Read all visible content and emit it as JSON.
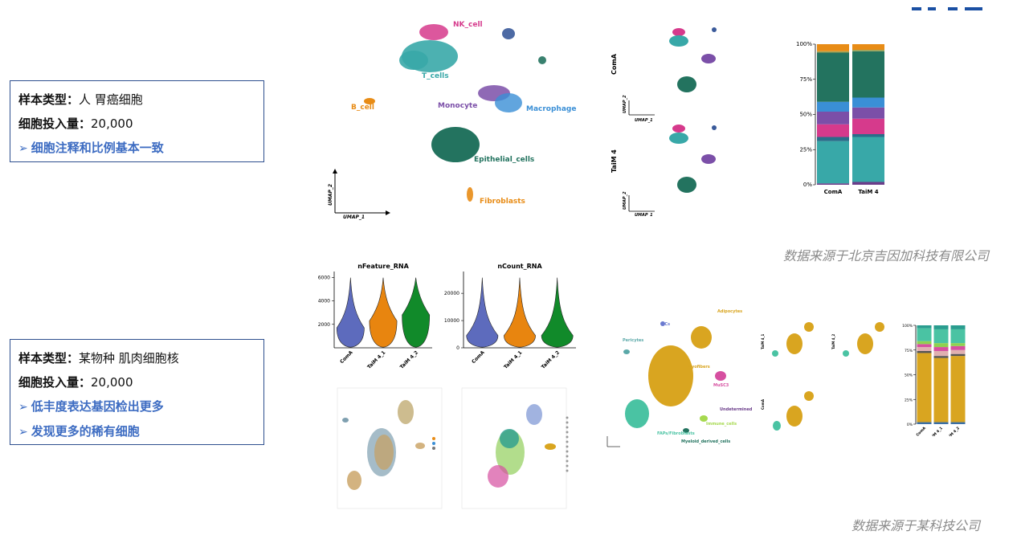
{
  "panel1": {
    "sample_label": "样本类型：",
    "sample_value": "人 胃癌细胞",
    "input_label": "细胞投入量：",
    "input_value": "20,000",
    "bullets": [
      "细胞注释和比例基本一致"
    ],
    "umap_labels": [
      "NK_cell",
      "T_cells",
      "B_cell",
      "Monocyte",
      "Macrophage",
      "Epithelial_cells",
      "Fibroblasts"
    ],
    "axis_x": "UMAP_1",
    "axis_y": "UMAP_2",
    "split_labels": [
      "ComA",
      "TaiM 4"
    ],
    "source": "数据来源于北京吉因加科技有限公司"
  },
  "panel2": {
    "sample_label": "样本类型：",
    "sample_value": "某物种 肌肉细胞核",
    "input_label": "细胞投入量：",
    "input_value": "20,000",
    "bullets": [
      "低丰度表达基因检出更多",
      "发现更多的稀有细胞"
    ],
    "umap_labels": [
      "Adipocytes",
      "ECs",
      "Pericytes",
      "Myofibers",
      "MuSC3",
      "Undetermined",
      "Immune_cells",
      "FAPs/Fibroblasts",
      "Myeloid_derived_cells"
    ],
    "split_labels": [
      "TaiM 4_1",
      "TaiM 4_2",
      "ComA"
    ],
    "source": "数据来源于某科技公司"
  },
  "colors": {
    "accent": "#3d6cc2",
    "border": "#2e4f8f",
    "violin_blue": "#5d6bbd",
    "violin_orange": "#e8850f",
    "violin_green": "#118a2a"
  },
  "chart_data": [
    {
      "type": "bar",
      "stacked": true,
      "categories": [
        "ComA",
        "TaiM 4"
      ],
      "ylim": [
        0,
        100
      ],
      "yticks": [
        "0%",
        "25%",
        "50%",
        "75%",
        "100%"
      ],
      "series": [
        {
          "values": [
            1,
            2
          ],
          "color": "#6b3d8a"
        },
        {
          "values": [
            30,
            32
          ],
          "color": "#38a8a8"
        },
        {
          "values": [
            3,
            2
          ],
          "color": "#2a6e8a"
        },
        {
          "values": [
            9,
            11
          ],
          "color": "#d63a8c"
        },
        {
          "values": [
            9,
            8
          ],
          "color": "#7b4fa8"
        },
        {
          "values": [
            7,
            7
          ],
          "color": "#3a8fd6"
        },
        {
          "values": [
            35,
            33
          ],
          "color": "#23735f"
        },
        {
          "values": [
            1,
            1
          ],
          "color": "#a3a355"
        },
        {
          "values": [
            5,
            4
          ],
          "color": "#e88c16"
        }
      ]
    },
    {
      "type": "violin",
      "title": "nFeature_RNA",
      "categories": [
        "ComA",
        "TaiM 4_1",
        "TaiM 4_2"
      ],
      "yticks": [
        2000,
        4000,
        6000
      ],
      "ylim": [
        0,
        6500
      ],
      "medians": [
        1700,
        2300,
        2800
      ]
    },
    {
      "type": "violin",
      "title": "nCount_RNA",
      "categories": [
        "ComA",
        "TaiM 4_1",
        "TaiM 4_2"
      ],
      "yticks": [
        0,
        10000,
        20000
      ],
      "ylim": [
        0,
        28000
      ],
      "medians": [
        4500,
        4500,
        4500
      ]
    },
    {
      "type": "bar",
      "stacked": true,
      "categories": [
        "ComA",
        "TaiM 4_1",
        "TaiM 4_2"
      ],
      "ylim": [
        0,
        100
      ],
      "yticks": [
        "0%",
        "25%",
        "50%",
        "75%",
        "100%"
      ],
      "series": [
        {
          "values": [
            2,
            2,
            2
          ],
          "color": "#3a6ea5"
        },
        {
          "values": [
            70,
            65,
            67
          ],
          "color": "#d9a520"
        },
        {
          "values": [
            2,
            2,
            2
          ],
          "color": "#555555"
        },
        {
          "values": [
            4,
            5,
            4
          ],
          "color": "#e0b0b0"
        },
        {
          "values": [
            3,
            4,
            4
          ],
          "color": "#d64fa0"
        },
        {
          "values": [
            3,
            4,
            3
          ],
          "color": "#8fd14f"
        },
        {
          "values": [
            13,
            14,
            14
          ],
          "color": "#4ac3a3"
        },
        {
          "values": [
            3,
            4,
            4
          ],
          "color": "#2a9d8f"
        }
      ]
    }
  ]
}
